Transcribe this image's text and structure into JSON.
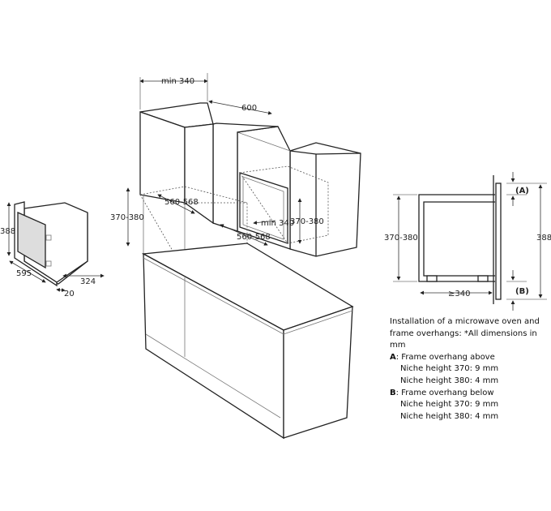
{
  "microwave": {
    "height": "388",
    "width": "595",
    "depth": "324",
    "frame": "20"
  },
  "cabinet": {
    "top_width": "min 340",
    "depth": "600",
    "niche_left_width": "560-568",
    "niche_left_height": "370-380",
    "niche_right_width": "560-568",
    "niche_right_depth": "min 340",
    "niche_right_height": "370-380"
  },
  "section": {
    "niche_height": "370-380",
    "niche_depth": "≥340",
    "total_height": "388",
    "label_a": "(A)",
    "label_b": "(B)"
  },
  "notes": {
    "intro": "Installation of a microwave oven and frame overhangs: *All dimensions in mm",
    "a_key": "A",
    "a_title": ": Frame overhang above",
    "a_lines": [
      "Niche height 370: 9 mm",
      "Niche height 380: 4 mm"
    ],
    "b_key": "B",
    "b_title": ": Frame overhang below",
    "b_lines": [
      "Niche height 370: 9 mm",
      "Niche height 380: 4 mm"
    ]
  }
}
